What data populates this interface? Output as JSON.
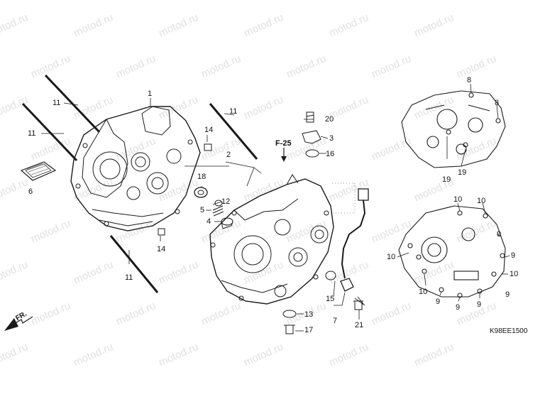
{
  "watermark": "motod.ru",
  "diagram_code": "K98EE1500",
  "reference": "F-25",
  "direction": "FR.",
  "callouts": {
    "c1": "1",
    "c2": "2",
    "c3": "3",
    "c4": "4",
    "c5": "5",
    "c6": "6",
    "c7": "7",
    "c8a": "8",
    "c8b": "8",
    "c9a": "9",
    "c9b": "9",
    "c9c": "9",
    "c9d": "9",
    "c9e": "9",
    "c9f": "9",
    "c10a": "10",
    "c10b": "10",
    "c10c": "10",
    "c10d": "10",
    "c10e": "10",
    "c11a": "11",
    "c11b": "11",
    "c11c": "11",
    "c11d": "11",
    "c12": "12",
    "c13": "13",
    "c14a": "14",
    "c14b": "14",
    "c15": "15",
    "c16": "16",
    "c17": "17",
    "c18": "18",
    "c19a": "19",
    "c19b": "19",
    "c20": "20",
    "c21": "21"
  },
  "colors": {
    "line": "#1a1a1a",
    "watermark": "#c8c8c8"
  }
}
